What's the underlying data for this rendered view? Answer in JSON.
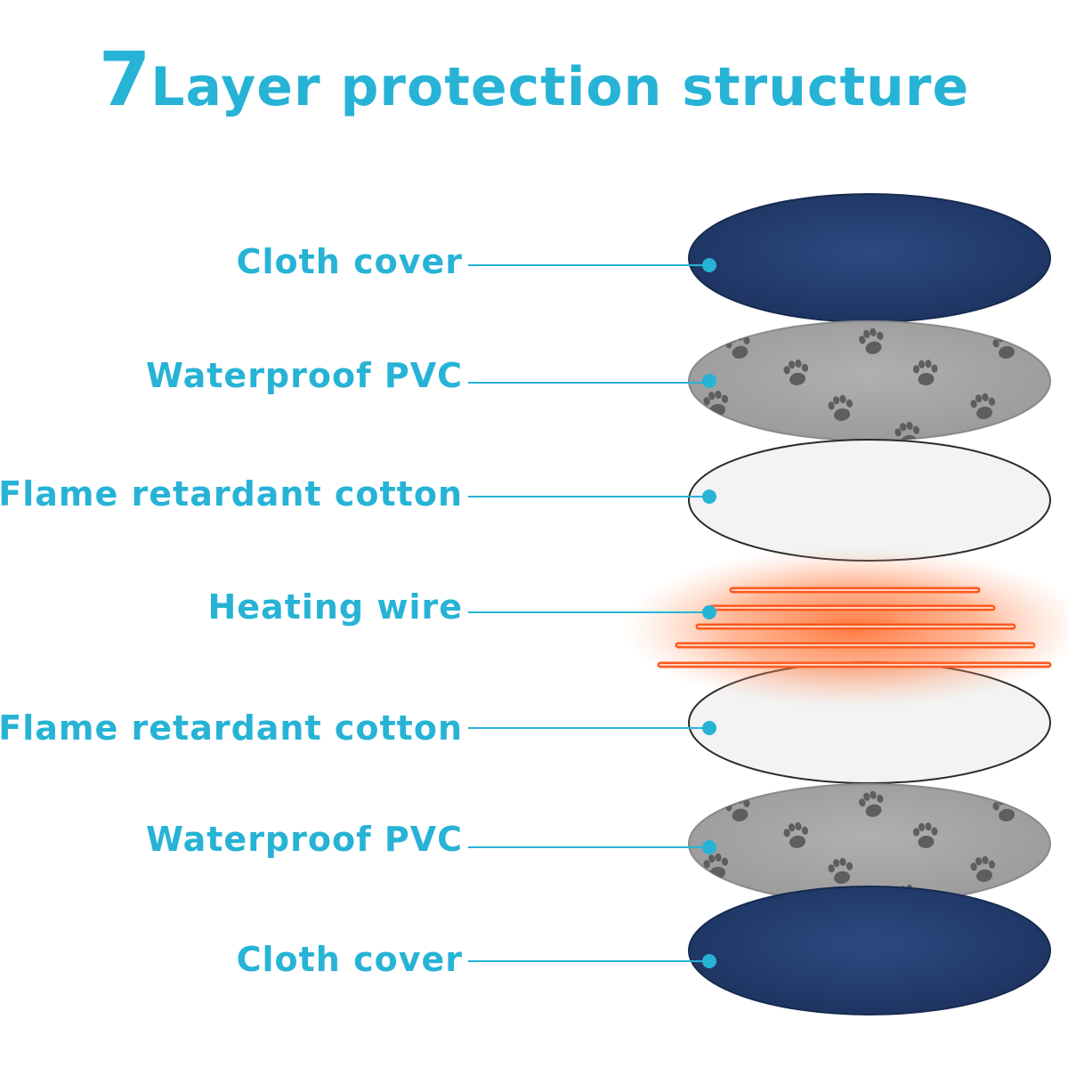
{
  "title": {
    "number": "7",
    "text": "Layer protection structure"
  },
  "colors": {
    "accent": "#27b3d6",
    "cloth": "#233c6b",
    "pvc": "#a3a3a3",
    "paw": "#5e5e5e",
    "cotton": "#f3f3f3",
    "heat": "#ff5a1f"
  },
  "layers": [
    {
      "label": "Cloth cover",
      "material": "cloth"
    },
    {
      "label": "Waterproof PVC",
      "material": "pvc"
    },
    {
      "label": "Flame retardant cotton",
      "material": "cotton"
    },
    {
      "label": "Heating wire",
      "material": "heat"
    },
    {
      "label": "Flame retardant cotton",
      "material": "cotton"
    },
    {
      "label": "Waterproof PVC",
      "material": "pvc"
    },
    {
      "label": "Cloth cover",
      "material": "cloth"
    }
  ]
}
